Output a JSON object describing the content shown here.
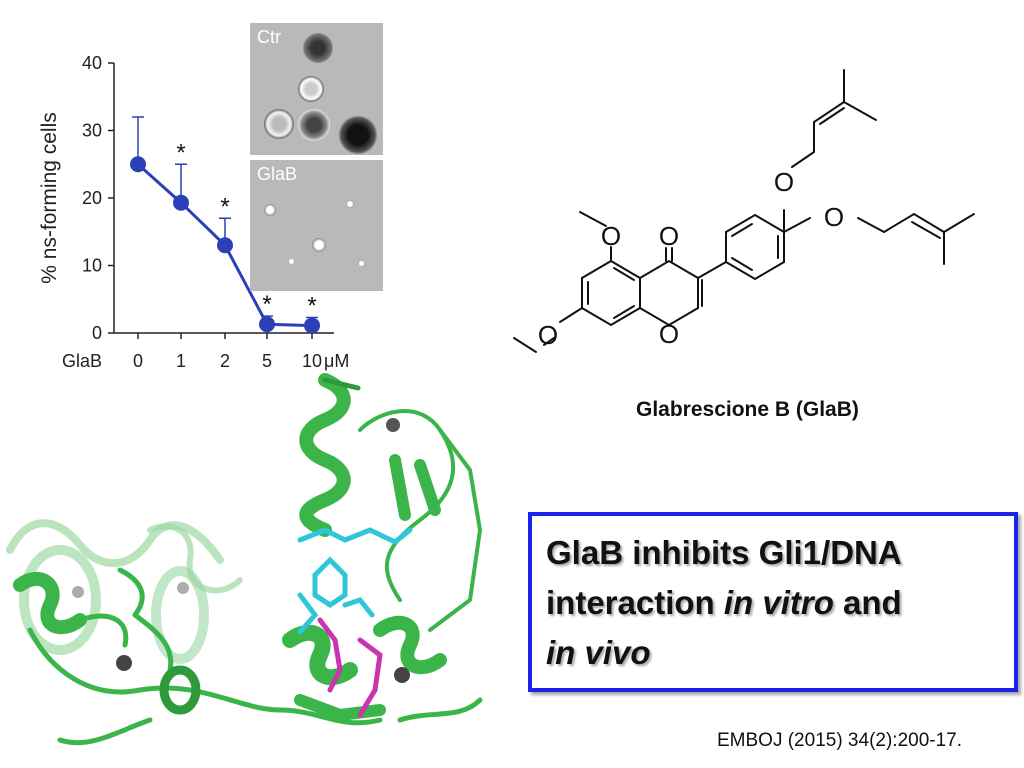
{
  "chart_data": {
    "type": "line",
    "ylabel": "% ns-forming cells",
    "xlabel_prefix": "GlaB",
    "x_unit": "μM",
    "categories": [
      "0",
      "1",
      "2",
      "5",
      "10"
    ],
    "values": [
      25,
      19.3,
      13,
      1.3,
      1.1
    ],
    "error_upper": [
      32,
      25,
      17,
      2.5,
      2.3
    ],
    "significance": [
      "",
      "*",
      "*",
      "*",
      "*"
    ],
    "yticks": [
      "0",
      "10",
      "20",
      "30",
      "40"
    ],
    "ylim": [
      0,
      40
    ],
    "series_color": "#2b3fb6",
    "grid": false
  },
  "micrographs": [
    {
      "label": "Ctr"
    },
    {
      "label": "GlaB"
    }
  ],
  "structure": {
    "atoms": [
      "O",
      "O",
      "O",
      "O",
      "O",
      "O"
    ],
    "name": "Glabrescione B (GlaB)"
  },
  "caption": {
    "part1": "GlaB inhibits Gli1/DNA",
    "part2": "interaction ",
    "part3": "in vitro",
    "part4": " and",
    "part5": "in vivo",
    "border_color": "#1a22ee"
  },
  "citation": "EMBOJ (2015) 34(2):200-17.",
  "colors": {
    "protein": "#3bb54a",
    "ligand_cyan": "#2ec7d8",
    "ligand_magenta": "#cc33b0"
  }
}
